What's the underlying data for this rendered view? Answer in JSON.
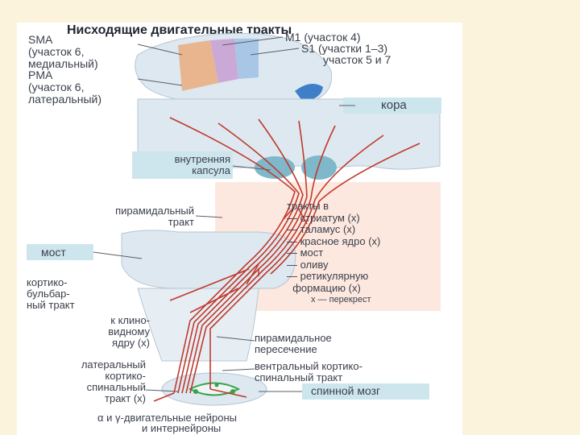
{
  "title": "Нисходящие двигательные тракты",
  "labels": {
    "sma": [
      "SMA",
      "(участок 6,",
      "медиальный)"
    ],
    "pma": [
      "PMA",
      "(участок 6,",
      "латеральный)"
    ],
    "m1": "M1 (участок 4)",
    "s1": "S1 (участки 1–3)",
    "areas57": "участок 5 и 7",
    "cortex": "кора",
    "internal_capsule": [
      "внутренняя",
      "капсула"
    ],
    "pyramidal_tract": [
      "пирамидальный",
      "тракт"
    ],
    "tracts_to": "тракты в",
    "targets": [
      "— стриатум (x)",
      "— таламус (x)",
      "— красное ядро (x)",
      "— мост",
      "— оливу",
      "— ретикулярную",
      "  формацию (x)"
    ],
    "pons": "мост",
    "corticobulbar": [
      "кортико-",
      "бульбар-",
      "ный тракт"
    ],
    "legend": "x — перекрест",
    "cuneate": [
      "к клино-",
      "видному",
      "ядру (x)"
    ],
    "decussation": [
      "пирамидальное",
      "пересечение"
    ],
    "lateral_cst": [
      "латеральный",
      "кортико-",
      "спинальный",
      "тракт (x)"
    ],
    "ventral_cst": [
      "вентральный кортико-",
      "спинальный тракт"
    ],
    "spinal_cord": "спинной мозг",
    "neurons": [
      "α  и γ-двигательные нейроны",
      "и интернейроны"
    ]
  },
  "colors": {
    "tract": "#c0392b",
    "sma": "#e9b58f",
    "m1": "#cba9d7",
    "s1": "#a8c7e6",
    "box": "#cde6ee",
    "anatomy": "#dbe7ef",
    "neuron": "#3aa34a"
  }
}
